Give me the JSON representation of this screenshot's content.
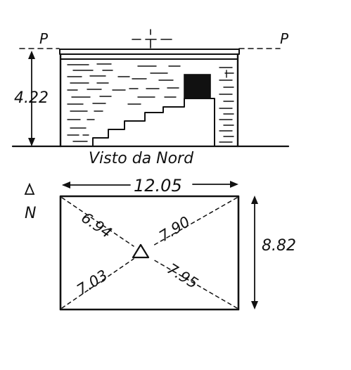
{
  "elevation": {
    "caption": "Visto da Nord",
    "height_label": "4.22",
    "plane_label_left": "P",
    "plane_label_right": "P"
  },
  "plan": {
    "width_label": "12.05",
    "depth_label": "8.82",
    "north_label": "N",
    "diagonals": {
      "top_left": "6.94",
      "top_right": "7.90",
      "bottom_left": "7.03",
      "bottom_right": "7.95"
    },
    "station_marker": "triangle"
  },
  "colors": {
    "ink": "#111111",
    "paper": "#ffffff"
  }
}
